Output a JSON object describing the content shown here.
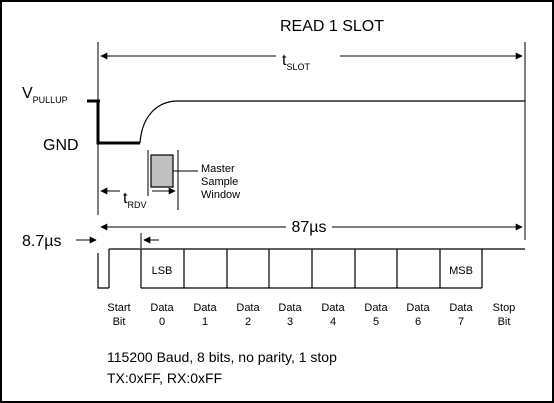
{
  "title": "READ 1 SLOT",
  "labels": {
    "vpullup_main": "V",
    "vpullup_sub": "PULLUP",
    "gnd": "GND",
    "tslot_main": "t",
    "tslot_sub": "SLOT",
    "trdv_main": "t",
    "trdv_sub": "RDV",
    "sample_window": [
      "Master",
      "Sample",
      "Window"
    ],
    "start_offset": "8.7µs",
    "frame_duration": "87µs"
  },
  "uart_frame": {
    "cell_labels": [
      "",
      "LSB",
      "",
      "",
      "",
      "",
      "",
      "",
      "MSB",
      ""
    ],
    "bits": [
      {
        "line1": "Start",
        "line2": "Bit"
      },
      {
        "line1": "Data",
        "line2": "0"
      },
      {
        "line1": "Data",
        "line2": "1"
      },
      {
        "line1": "Data",
        "line2": "2"
      },
      {
        "line1": "Data",
        "line2": "3"
      },
      {
        "line1": "Data",
        "line2": "4"
      },
      {
        "line1": "Data",
        "line2": "5"
      },
      {
        "line1": "Data",
        "line2": "6"
      },
      {
        "line1": "Data",
        "line2": "7"
      },
      {
        "line1": "Stop",
        "line2": "Bit"
      }
    ]
  },
  "footer": {
    "line1": "115200 Baud, 8 bits, no parity, 1 stop",
    "line2": "TX:0xFF, RX:0xFF"
  },
  "colors": {
    "line": "#000000",
    "sample_window_fill": "#c0c0c0",
    "background": "#ffffff"
  }
}
